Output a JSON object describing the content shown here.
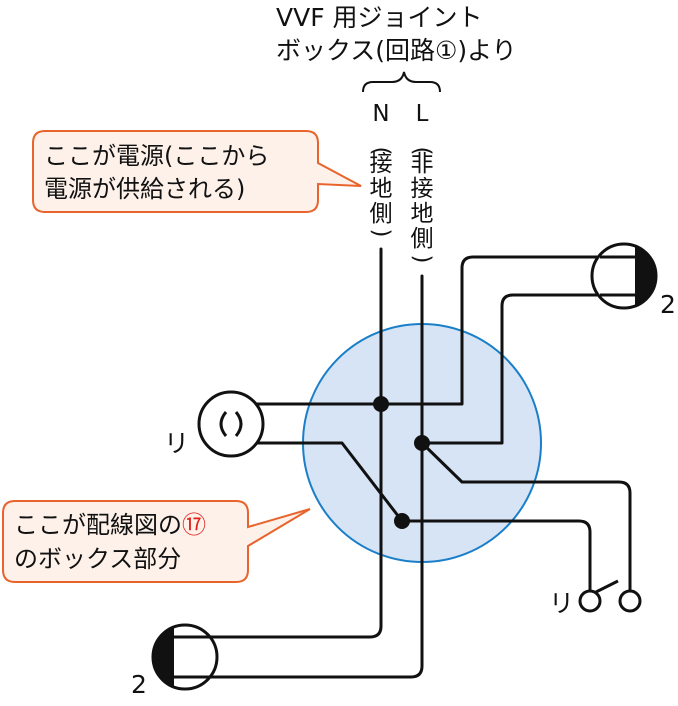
{
  "source_label": {
    "line1": "VVF 用ジョイント",
    "line2": "ボックス(回路①)より"
  },
  "wire_labels": {
    "neutral_letter": "N",
    "neutral_chars": [
      "(",
      "接",
      "地",
      "側",
      ")"
    ],
    "live_letter": "L",
    "live_chars": [
      "(",
      "非",
      "接",
      "地",
      "側",
      ")"
    ]
  },
  "callout_power": {
    "line1": "ここが電源(ここから",
    "line2": "電源が供給される)"
  },
  "callout_box": {
    "line1_prefix": "ここが配線図の",
    "line1_number": "⑰",
    "line2": "のボックス部分"
  },
  "component_labels": {
    "outlet_top": "2",
    "outlet_bottom": "2",
    "light_symbol": "リ",
    "switch_symbol": "リ"
  },
  "colors": {
    "box_fill": "#d6e4f5",
    "box_stroke": "#1a7fc8",
    "callout_fill": "#fdf1ea",
    "callout_stroke": "#e8642c",
    "wire": "#111111",
    "highlight_number": "#e0201a"
  }
}
